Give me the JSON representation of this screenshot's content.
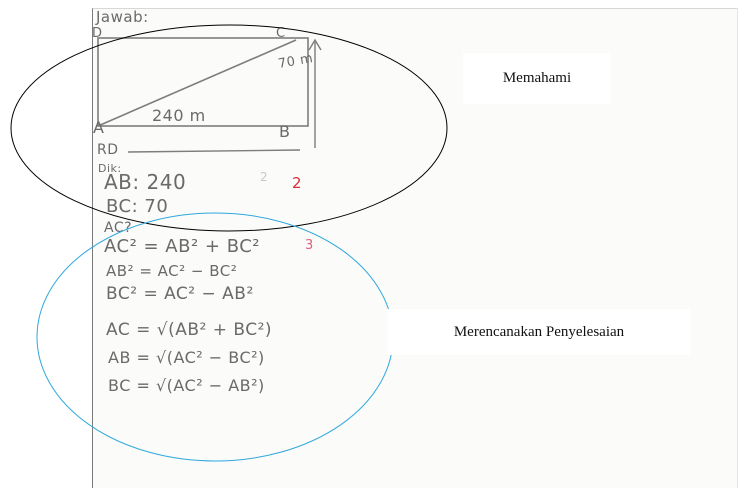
{
  "sheet": {
    "jawab": "Jawab:",
    "diagram": {
      "vertex_d": "D",
      "vertex_c": "C",
      "vertex_a": "A",
      "vertex_b": "B",
      "side_ab": "240 m",
      "side_bc": "70 m",
      "label_rd": "RD"
    },
    "known_header": "Dik:",
    "known_ab": "AB: 240",
    "known_bc": "BC: 70",
    "known_ac": "AC?",
    "score_understand": "2",
    "score_plan": "3",
    "faint_mark": "2",
    "formulas": {
      "f1": "AC² = AB² + BC²",
      "f2": "AB² = AC² − BC²",
      "f3": "BC² = AC² − AB²",
      "f4": "AC = √(AB² + BC²)",
      "f5": "AB = √(AC² − BC²)",
      "f6": "BC = √(AC² − AB²)"
    }
  },
  "annotations": {
    "understand_label": "Memahami",
    "plan_label": "Merencanakan Penyelesaian",
    "understand_color": "#000000",
    "plan_color": "#2ea8dc"
  }
}
